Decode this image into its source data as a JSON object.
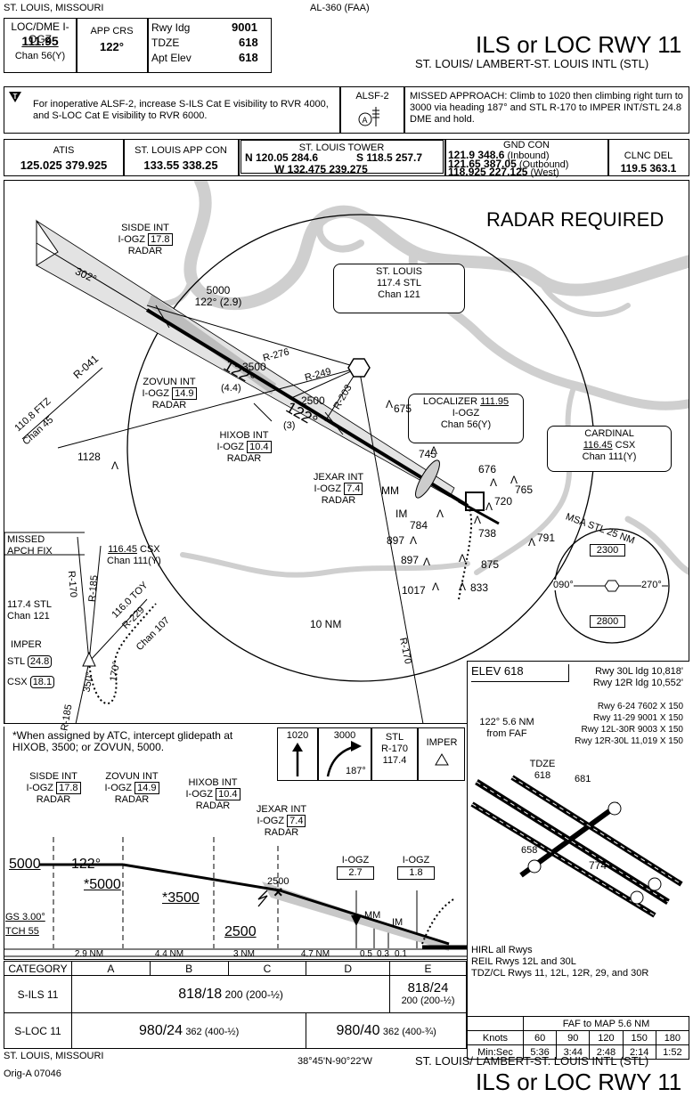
{
  "header": {
    "location": "ST. LOUIS, MISSOURI",
    "chart_id": "AL-360 (FAA)",
    "title": "ILS or LOC RWY 11",
    "airport": "ST. LOUIS/ LAMBERT-ST. LOUIS INTL (STL)"
  },
  "briefing": {
    "loc_label": "LOC/DME I-OGZ",
    "loc_freq": "111.95",
    "loc_chan": "Chan 56(Y)",
    "app_crs_label": "APP CRS",
    "app_crs": "122°",
    "rwy_ldg_label": "Rwy Idg",
    "rwy_ldg": "9001",
    "tdze_label": "TDZE",
    "tdze": "618",
    "apt_elev_label": "Apt Elev",
    "apt_elev": "618",
    "notes": "For inoperative ALSF-2, increase S-ILS Cat E visibility to RVR 4000, and S-LOC Cat E visibility to RVR 6000.",
    "alsf": "ALSF-2",
    "missed": "MISSED APPROACH: Climb to 1020 then climbing right turn to 3000 via heading 187° and STL R-170 to IMPER INT/STL 24.8 DME and hold."
  },
  "comms": {
    "atis_label": "ATIS",
    "atis": "125.025 379.925",
    "app_label": "ST. LOUIS APP CON",
    "app": "133.55 338.25",
    "twr_label": "ST. LOUIS TOWER",
    "twr_n": "N 120.05  284.6",
    "twr_s": "S 118.5  257.7",
    "twr_w": "W 132.475  239.275",
    "gnd_label": "GND CON",
    "gnd1": "121.9  348.6",
    "gnd1_note": "(Inbound)",
    "gnd2": "121.65  387.05",
    "gnd2_note": "(Outbound)",
    "gnd3": "118.925  227.125",
    "gnd3_note": "(West)",
    "clnc_label": "CLNC DEL",
    "clnc": "119.5  363.1"
  },
  "plan": {
    "radar_required": "RADAR REQUIRED",
    "sisde_name": "SISDE INT",
    "sisde_fix": "I-OGZ",
    "sisde_dme": "17.8",
    "radar": "RADAR",
    "alt_5000": "5000",
    "crs_5000": "122° (2.9)",
    "course_302": "302°",
    "r041": "R-041",
    "ftz": "110.8 FTZ",
    "ftz_chan": "Chan 45",
    "stl_name": "ST. LOUIS",
    "stl_freq": "117.4 STL",
    "stl_chan": "Chan 121",
    "r276": "R-276",
    "alt_3500": "3500",
    "crs_122": "122°",
    "leg_44": "(4.4)",
    "r249": "R-249",
    "alt_2500": "2500",
    "r203": "R-203",
    "crs_122b": "122°",
    "leg_3": "(3)",
    "zovun_name": "ZOVUN INT",
    "zovun_fix": "I-OGZ",
    "zovun_dme": "14.9",
    "hixob_name": "HIXOB INT",
    "hixob_fix": "I-OGZ",
    "hixob_dme": "10.4",
    "jexar_name": "JEXAR INT",
    "jexar_fix": "I-OGZ",
    "jexar_dme": "7.4",
    "loc_name": "LOCALIZER",
    "loc_freq": "111.95",
    "loc_id": "I-OGZ",
    "loc_chan": "Chan 56(Y)",
    "cardinal": "CARDINAL",
    "cardinal_freq": "116.45",
    "cardinal_id": "CSX",
    "cardinal_chan": "Chan 111(Y)",
    "obs_1128": "1128",
    "obs_675": "675",
    "obs_745": "745",
    "obs_676": "676",
    "obs_720": "720",
    "obs_765": "765",
    "obs_784": "784",
    "obs_738": "738",
    "obs_791": "791",
    "obs_897a": "897",
    "obs_897b": "897",
    "obs_875": "875",
    "obs_1017": "1017",
    "obs_833": "833",
    "mm": "MM",
    "im": "IM",
    "ring_10nm": "10 NM",
    "r170": "R-170",
    "msa_title": "MSA STL 25 NM",
    "msa_2300": "2300",
    "msa_2800": "2800",
    "msa_090": "090°",
    "msa_270": "270°",
    "missed_fix1": "MISSED",
    "missed_fix2": "APCH FIX",
    "mf_csx_freq": "116.45",
    "mf_csx": "CSX",
    "mf_csx_chan": "Chan 111(Y)",
    "mf_stl": "117.4 STL",
    "mf_stl_chan": "Chan 121",
    "r170b": "R-170",
    "r185": "R-185",
    "toy": "116.0 TOY",
    "r229": "R-229",
    "toy_chan": "Chan 107",
    "imper": "IMPER",
    "imper_stl": "STL",
    "imper_stl_dme": "24.8",
    "imper_csx": "CSX",
    "imper_csx_dme": "18.1",
    "hold_350": "350°",
    "hold_170": "170°",
    "r185b": "R-185"
  },
  "airport": {
    "elev_label": "ELEV",
    "elev": "618",
    "rwy30l": "Rwy 30L ldg 10,818'",
    "rwy12r": "Rwy 12R ldg 10,552'",
    "dim1": "Rwy 6-24 7602 X 150",
    "dim2": "Rwy 11-29 9001 X 150",
    "dim3": "Rwy 12L-30R 9003 X 150",
    "dim4": "Rwy 12R-30L 11,019 X 150",
    "faf1": "122° 5.6 NM",
    "faf2": "from FAF",
    "tdze": "TDZE",
    "tdze_val": "618",
    "obs681": "681",
    "obs658": "658",
    "obs774": "774",
    "lights1": "HIRL all Rwys",
    "lights2": "REIL Rwys 12L and 30L",
    "lights3": "TDZ/CL Rwys 11, 12L, 12R, 29, and 30R"
  },
  "profile": {
    "note": "*When assigned by ATC, intercept glidepath at HIXOB, 3500; or ZOVUN, 5000.",
    "icon_1020": "1020",
    "icon_3000": "3000",
    "icon_187": "187°",
    "icon_stl": "STL",
    "icon_r170": "R-170",
    "icon_1174": "117.4",
    "icon_imper": "IMPER",
    "sisde": "SISDE INT",
    "sisde_fix": "I-OGZ",
    "sisde_dme": "17.8",
    "zovun": "ZOVUN INT",
    "zovun_fix": "I-OGZ",
    "zovun_dme": "14.9",
    "hixob": "HIXOB INT",
    "hixob_fix": "I-OGZ",
    "hixob_dme": "10.4",
    "jexar": "JEXAR INT",
    "jexar_fix": "I-OGZ",
    "jexar_dme": "7.4",
    "radar": "RADAR",
    "iogz1": "I-OGZ",
    "iogz1_dme": "2.7",
    "iogz2": "I-OGZ",
    "iogz2_dme": "1.8",
    "alt5000": "5000",
    "crs": "122°",
    "alt5000s": "*5000",
    "alt3500s": "*3500",
    "alt2500a": "2500",
    "alt2500b": "2500",
    "mm": "MM",
    "im": "IM",
    "gs": "GS 3.00°",
    "tch": "TCH 55",
    "d1": "2.9 NM",
    "d2": "4.4 NM",
    "d3": "3 NM",
    "d4": "4.7 NM",
    "d5": "0.5",
    "d6": "0.3",
    "d7": "0.1"
  },
  "minimums": {
    "category": "CATEGORY",
    "cats": [
      "A",
      "B",
      "C",
      "D",
      "E"
    ],
    "sils": "S-ILS 11",
    "sils_abcd": "818/18",
    "sils_abcd_sub": "200 (200-½)",
    "sils_e": "818/24",
    "sils_e_sub": "200 (200-½)",
    "sloc": "S-LOC 11",
    "sloc_ab": "980/24",
    "sloc_ab_sub": "362 (400-½)",
    "sloc_cde": "980/40",
    "sloc_cde_sub": "362 (400-¾)"
  },
  "faf_table": {
    "title": "FAF to MAP 5.6 NM",
    "knots_label": "Knots",
    "knots": [
      "60",
      "90",
      "120",
      "150",
      "180"
    ],
    "time_label": "Min:Sec",
    "times": [
      "5:36",
      "3:44",
      "2:48",
      "2:14",
      "1:52"
    ]
  },
  "footer": {
    "location": "ST. LOUIS, MISSOURI",
    "orig": "Orig-A  07046",
    "coords": "38°45'N-90°22'W",
    "airport": "ST. LOUIS/ LAMBERT-ST. LOUIS INTL (STL)",
    "title": "ILS or LOC RWY 11"
  }
}
